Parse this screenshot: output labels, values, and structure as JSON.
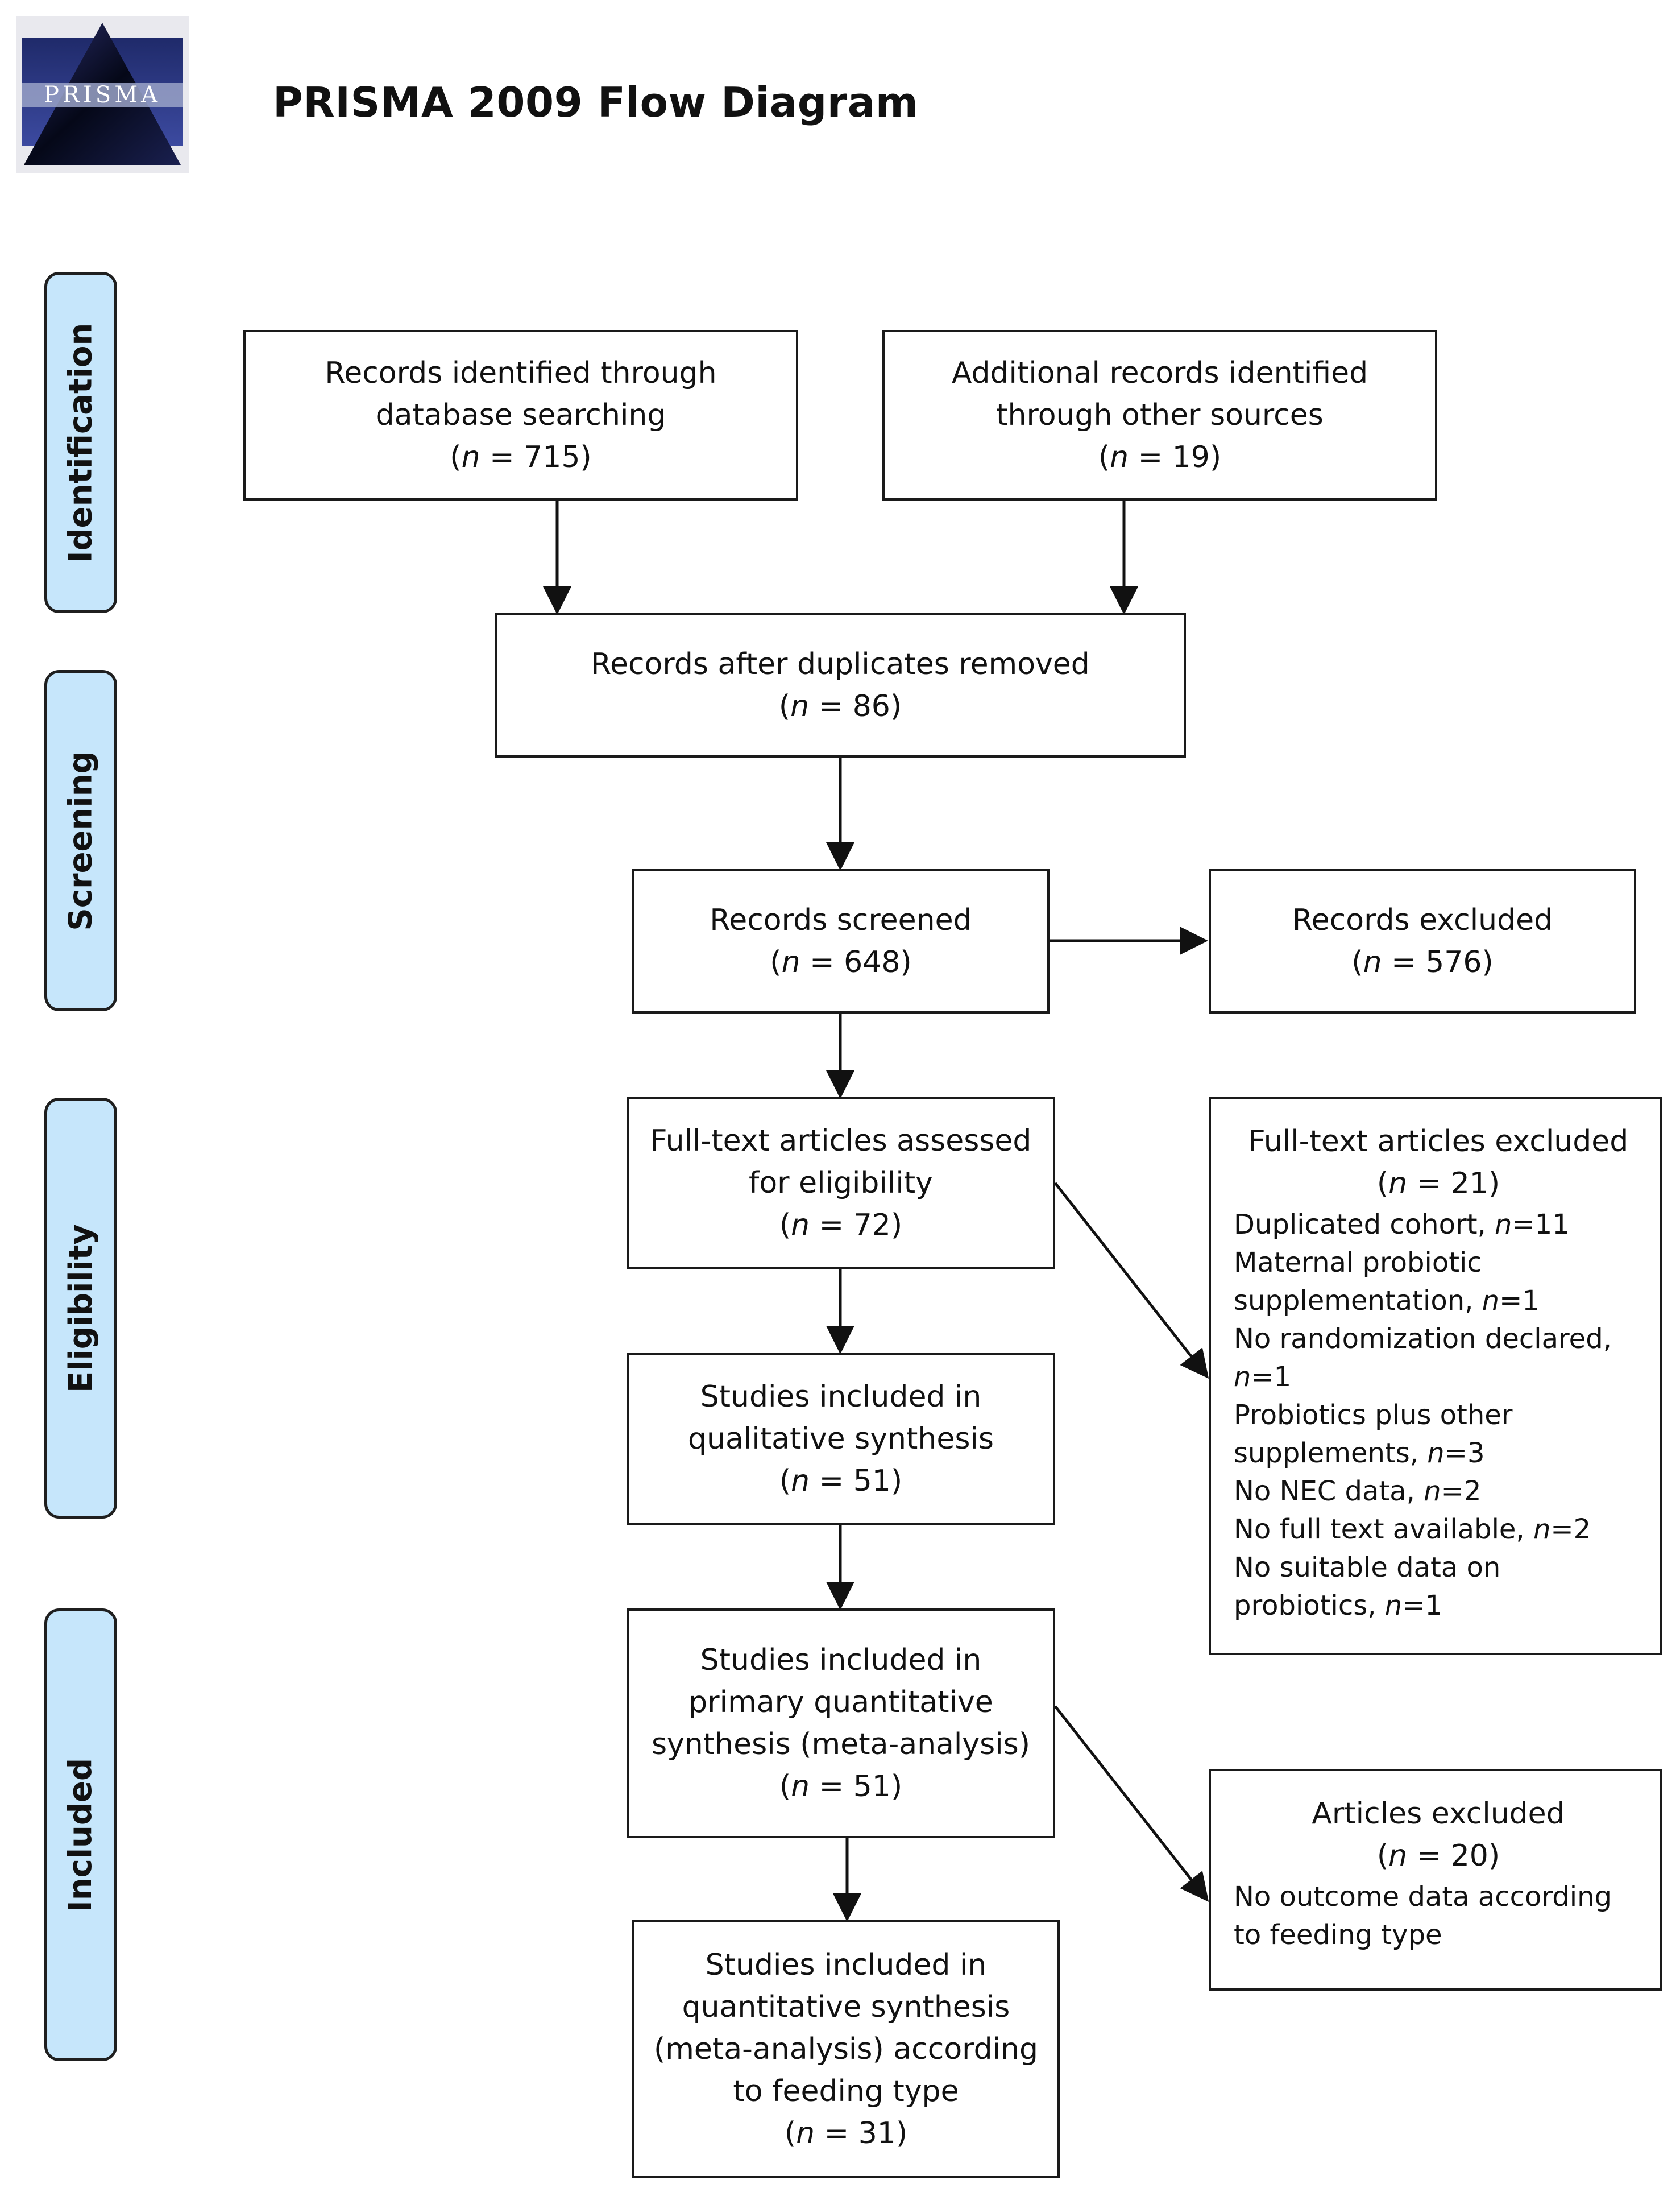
{
  "header": {
    "title": "PRISMA 2009 Flow Diagram",
    "logo_text": "PRISMA"
  },
  "stages": {
    "identification": "Identification",
    "screening": "Screening",
    "eligibility": "Eligibility",
    "included": "Included"
  },
  "boxes": {
    "db_search": {
      "lines": [
        "Records identified through",
        "database searching"
      ],
      "n": "715"
    },
    "other_sources": {
      "lines": [
        "Additional records identified",
        "through other sources"
      ],
      "n": "19"
    },
    "duplicates_removed": {
      "lines": [
        "Records after duplicates removed"
      ],
      "n": "86"
    },
    "screened": {
      "lines": [
        "Records screened"
      ],
      "n": "648"
    },
    "excluded": {
      "lines": [
        "Records excluded"
      ],
      "n": "576"
    },
    "fulltext_assessed": {
      "lines": [
        "Full-text articles assessed",
        "for eligibility"
      ],
      "n": "72"
    },
    "fulltext_excluded": {
      "lines": [
        "Full-text articles excluded"
      ],
      "n": "21",
      "reasons": [
        {
          "text": "Duplicated cohort, ",
          "n": "11"
        },
        {
          "text": "Maternal probiotic supplementation, ",
          "n": "1"
        },
        {
          "text": "No randomization declared, ",
          "n": "1"
        },
        {
          "text": "Probiotics plus other supplements, ",
          "n": "3"
        },
        {
          "text": "No NEC data, ",
          "n": "2"
        },
        {
          "text": "No full text available, ",
          "n": "2"
        },
        {
          "text": "No suitable data on probiotics, ",
          "n": "1"
        }
      ]
    },
    "qualitative": {
      "lines": [
        "Studies included in",
        "qualitative synthesis"
      ],
      "n": "51"
    },
    "primary_quant": {
      "lines": [
        "Studies included in",
        "primary quantitative",
        "synthesis (meta-analysis)"
      ],
      "n": "51"
    },
    "articles_excluded": {
      "lines": [
        "Articles excluded"
      ],
      "n": "20",
      "reasons": [
        {
          "text": "No outcome data according to feeding type",
          "n": ""
        }
      ]
    },
    "feeding_quant": {
      "lines": [
        "Studies included in",
        "quantitative synthesis",
        "(meta-analysis) according",
        "to feeding type"
      ],
      "n": "31"
    }
  }
}
